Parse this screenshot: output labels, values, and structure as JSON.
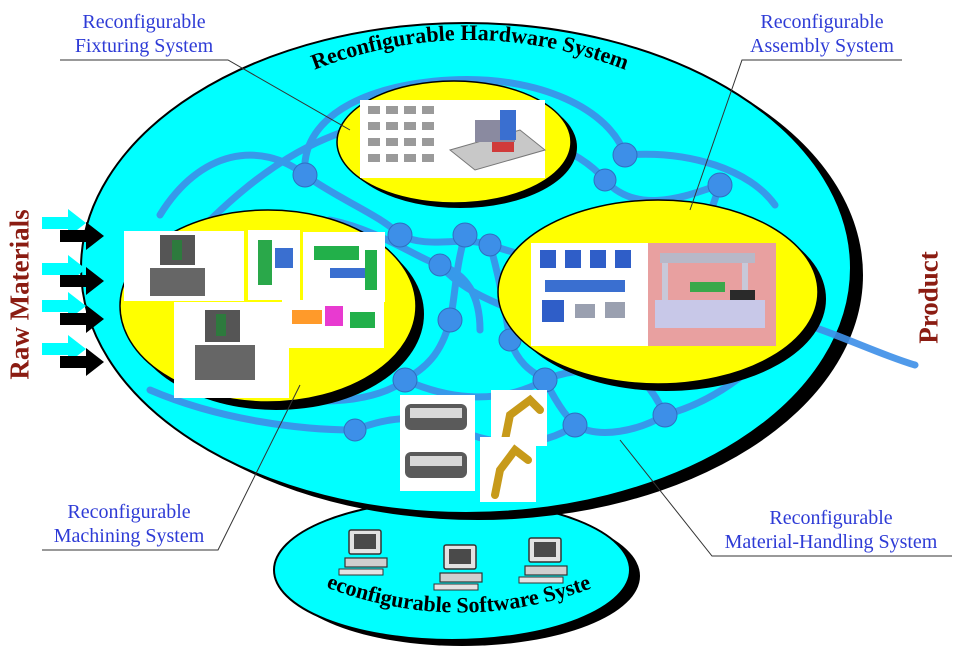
{
  "titles": {
    "hardware": "Reconfigurable Hardware System",
    "software": "Reconfigurable Software System"
  },
  "callouts": {
    "fixturing": [
      "Reconfigurable",
      "Fixturing System"
    ],
    "assembly": [
      "Reconfigurable",
      "Assembly System"
    ],
    "machining": [
      "Reconfigurable",
      "Machining System"
    ],
    "material_handling": [
      "Reconfigurable",
      "Material-Handling System"
    ]
  },
  "side_labels": {
    "input": "Raw Materials",
    "output": "Product"
  },
  "colors": {
    "ellipse_fill": "#00ffff",
    "subsystem_fill": "#ffff00",
    "network_blue": "#3d8fe8",
    "callout_text": "#2e3bd6",
    "side_label_text": "#8b1c12",
    "shadow": "#000000"
  },
  "icons": {
    "computer": "desktop-computer-icon",
    "arrow": "right-arrow-icon"
  }
}
